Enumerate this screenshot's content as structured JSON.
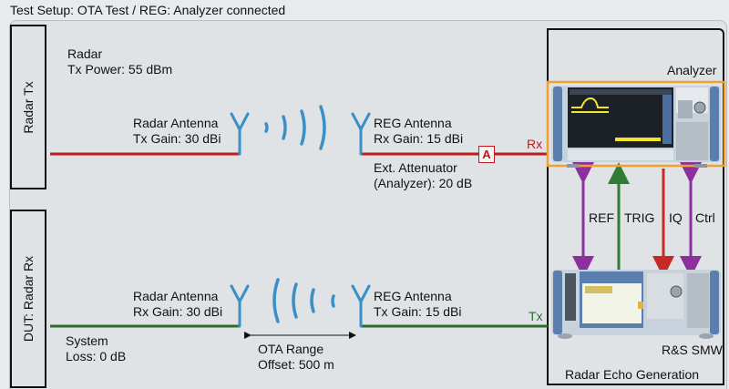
{
  "title": "Test Setup: OTA Test / REG: Analyzer connected",
  "radar_tx": {
    "box_label": "Radar Tx",
    "radar_label": "Radar",
    "tx_power": "Tx Power: 55 dBm",
    "antenna_name": "Radar Antenna",
    "antenna_gain": "Tx Gain: 30 dBi"
  },
  "reg_rx": {
    "antenna_name": "REG Antenna",
    "antenna_gain": "Rx Gain: 15 dBi",
    "attenuator_symbol": "A",
    "attenuator_line1": "Ext. Attenuator",
    "attenuator_line2": "(Analyzer): 20 dB",
    "port_label": "Rx"
  },
  "dut_rx": {
    "box_label": "DUT: Radar Rx",
    "antenna_name": "Radar Antenna",
    "antenna_gain": "Rx Gain: 30 dBi",
    "system_label": "System",
    "system_loss": "Loss: 0 dB"
  },
  "reg_tx": {
    "antenna_name": "REG Antenna",
    "antenna_gain": "Tx Gain: 15 dBi",
    "port_label": "Tx"
  },
  "ota_range": {
    "line1": "OTA Range",
    "line2": "Offset: 500 m"
  },
  "analyzer": {
    "label": "Analyzer"
  },
  "generator": {
    "label": "R&S SMW"
  },
  "echo_box": {
    "label": "Radar Echo Generation"
  },
  "signals": [
    {
      "name": "REF",
      "color": "#8e2fa0",
      "direction": "both"
    },
    {
      "name": "TRIG",
      "color": "#2e7d32",
      "direction": "up"
    },
    {
      "name": "IQ",
      "color": "#c62828",
      "direction": "down"
    },
    {
      "name": "Ctrl",
      "color": "#8e2fa0",
      "direction": "both"
    }
  ],
  "colors": {
    "tx_line": "#c0191e",
    "rx_line": "#2e6b2a",
    "antenna": "#3a8fc6",
    "analyzer_highlight": "#f0a030"
  }
}
